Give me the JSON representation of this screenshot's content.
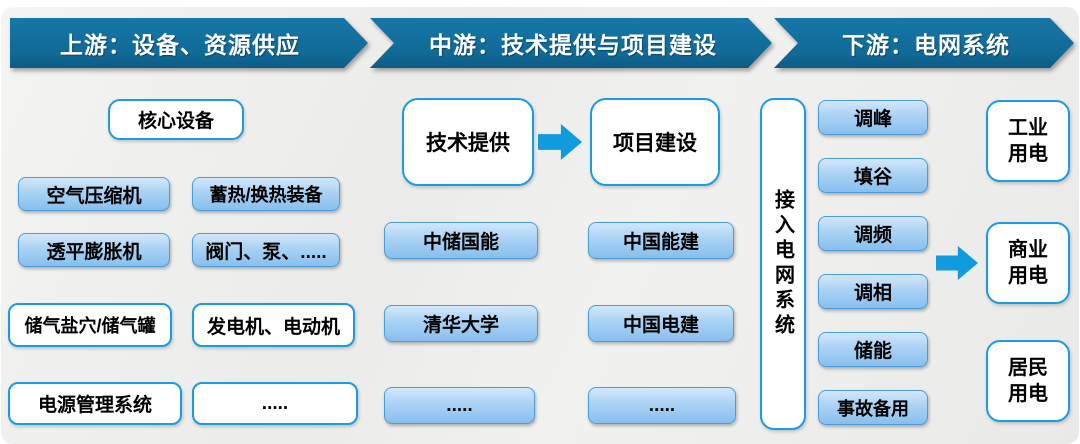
{
  "banners": [
    {
      "label": "上游：设备、资源供应"
    },
    {
      "label": "中游：技术提供与项目建设"
    },
    {
      "label": "下游：电网系统"
    }
  ],
  "upstream": {
    "header": "核心设备",
    "core_items": [
      "空气压缩机",
      "蓄热/换热装备",
      "透平膨胀机",
      "阀门、泵、....."
    ],
    "other_items": [
      "储气盐穴/储气罐",
      "发电机、电动机",
      "电源管理系统",
      "....."
    ]
  },
  "midstream": {
    "tech_box": "技术提供",
    "project_box": "项目建设",
    "tech_companies": [
      "中储国能",
      "清华大学",
      "....."
    ],
    "project_companies": [
      "中国能建",
      "中国电建",
      "....."
    ]
  },
  "downstream": {
    "grid_access": "接入电网系统",
    "functions": [
      "调峰",
      "填谷",
      "调频",
      "调相",
      "储能",
      "事故备用"
    ],
    "consumers": [
      "工业用电",
      "商业用电",
      "居民用电"
    ]
  },
  "icons": {
    "arrow_right": "arrow-right"
  },
  "colors": {
    "banner_blue_top": "#1677a8",
    "banner_blue_bottom": "#0d5b85",
    "light_box_top": "#d2e7fa",
    "light_box_bottom": "#88bfee",
    "light_box_border": "#4a9cda",
    "white_box_border": "#1b9ae6",
    "arrow_blue": "#0f9bde",
    "background_gray": "#ededeb"
  }
}
